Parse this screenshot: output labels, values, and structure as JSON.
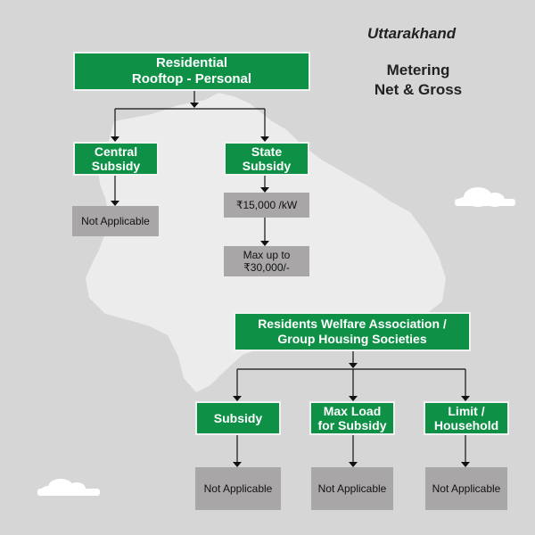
{
  "header": {
    "state": "Uttarakhand",
    "topic_line1": "Metering",
    "topic_line2": "Net & Gross"
  },
  "tree1": {
    "root": "Residential\nRooftop - Personal",
    "central": "Central\nSubsidy",
    "state": "State\nSubsidy",
    "central_result": "Not Applicable",
    "state_rate": "₹15,000 /kW",
    "state_max": "Max up to\n₹30,000/-"
  },
  "tree2": {
    "root": "Residents Welfare Association /\nGroup Housing Societies",
    "subsidy": "Subsidy",
    "max_load": "Max Load\nfor Subsidy",
    "limit": "Limit /\nHousehold",
    "subsidy_result": "Not Applicable",
    "max_load_result": "Not Applicable",
    "limit_result": "Not Applicable"
  },
  "colors": {
    "background": "#d6d6d6",
    "map_fill": "#ececec",
    "box_green": "#0e9146",
    "box_grey": "#a9a6a7"
  }
}
